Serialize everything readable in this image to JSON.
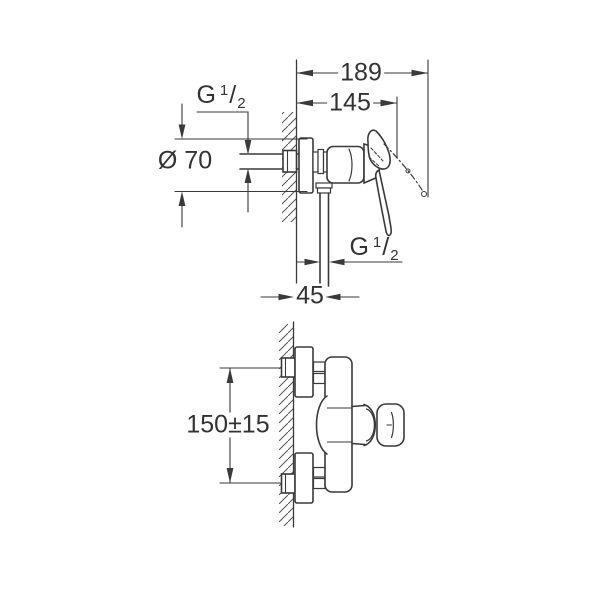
{
  "page": {
    "background": "#ffffff",
    "line_color": "#3a3a3a"
  },
  "dimensions": {
    "total_projection": "189",
    "body_projection": "145",
    "outlet_wall_offset": "45",
    "connection_centers": "150±15",
    "escutcheon_diameter": "Ø 70"
  },
  "threads": {
    "inlet": {
      "prefix": "G",
      "numerator": "1",
      "slash": "/",
      "denominator": "2"
    },
    "outlet": {
      "prefix": "G",
      "numerator": "1",
      "slash": "/",
      "denominator": "2"
    }
  }
}
